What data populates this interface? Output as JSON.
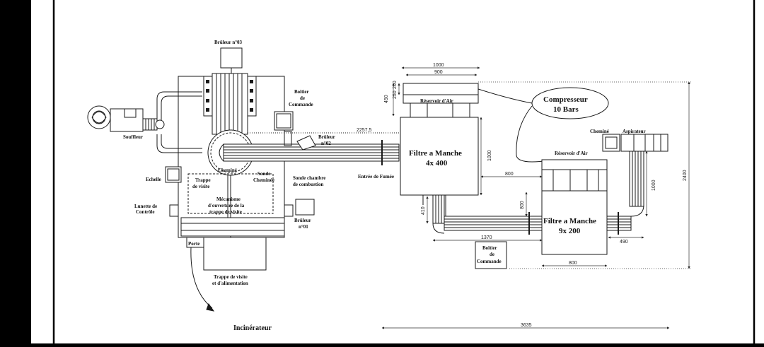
{
  "colors": {
    "page": "#ffffff",
    "frame": "#000000",
    "line": "#1a1a1a"
  },
  "labels": {
    "bruleur03": "Brûleur n°03",
    "boitier_top_1": "Boîtier",
    "boitier_top_2": "de",
    "boitier_top_3": "Commande",
    "souffleur": "Souffleur",
    "bruleur02_1": "Brûleur",
    "bruleur02_2": "n°02",
    "cheminee_main": "Cheminé",
    "sonde_cheminee_1": "Sonde",
    "sonde_cheminee_2": "Cheminée",
    "sonde_chambre_1": "Sonde chambre",
    "sonde_chambre_2": "de combustion",
    "echelle": "Echelle",
    "trappe_visite_1": "Trappe",
    "trappe_visite_2": "de visite",
    "lunette_1": "Lunette de",
    "lunette_2": "Contrôle",
    "mecanisme_1": "Mécanisme",
    "mecanisme_2": "d'ouverture de la",
    "mecanisme_3": "trappe de visite",
    "bruleur01_1": "Brûleur",
    "bruleur01_2": "n°01",
    "porte": "Porte",
    "trappe_alim_1": "Trappe de visite",
    "trappe_alim_2": "et d'alimentation",
    "entree_fumee": "Entrée de Fumée",
    "reservoir_air_1": "Réservoir d'Air",
    "reservoir_air_2": "Réservoir d'Air",
    "filtre1_1": "Filtre a Manche",
    "filtre1_2": "4x 400",
    "filtre2_1": "Filtre a Manche",
    "filtre2_2": "9x 200",
    "compresseur_1": "Compresseur",
    "compresseur_2": "10 Bars",
    "cheminee_right": "Cheminé",
    "aspirateur": "Aspirateur",
    "boitier_bottom_1": "Boîtier",
    "boitier_bottom_2": "de",
    "boitier_bottom_3": "Commande",
    "incinerateur": "Incinérateur"
  },
  "dimensions": {
    "d1000_top": "1000",
    "d900": "900",
    "d450": "450",
    "d250": "250",
    "d200": "200",
    "d2257": "2257,5",
    "d1000_filter": "1000",
    "d800_a": "800",
    "d800_b": "800",
    "d410": "410",
    "d1370": "1370",
    "d800_c": "800",
    "d490": "490",
    "d1000_right": "1000",
    "d2400": "2400",
    "d3635": "3635"
  }
}
